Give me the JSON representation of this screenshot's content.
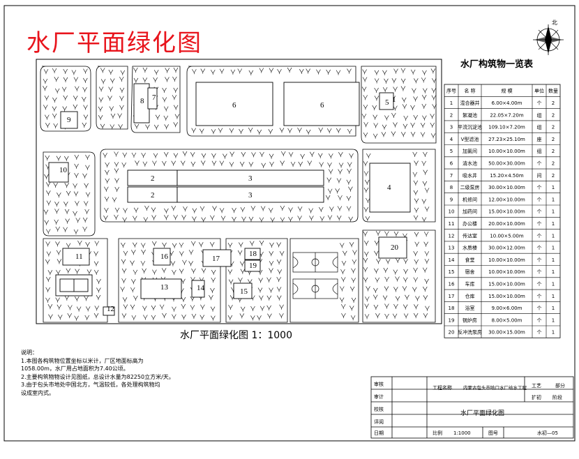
{
  "titles": {
    "main": "水厂平面绿化图",
    "plan": "水厂平面绿化图 1：1000",
    "table": "水厂构筑物一览表",
    "north": "北"
  },
  "table": {
    "headers": [
      "序号",
      "名 称",
      "规 模",
      "单位",
      "数量"
    ],
    "rows": [
      [
        "1",
        "混合器井",
        "6.00×4.00m",
        "个",
        "2"
      ],
      [
        "2",
        "絮凝池",
        "22.05×7.20m",
        "组",
        "2"
      ],
      [
        "3",
        "平流沉淀池",
        "109.10×7.20m",
        "组",
        "2"
      ],
      [
        "4",
        "V型滤池",
        "27.23×25.10m",
        "座",
        "2"
      ],
      [
        "5",
        "加氯间",
        "10.00×10.00m",
        "组",
        "2"
      ],
      [
        "6",
        "清水池",
        "50.00×30.00m",
        "个",
        "2"
      ],
      [
        "7",
        "吸水井",
        "15.20×4.50m",
        "间",
        "2"
      ],
      [
        "8",
        "二级泵房",
        "30.00×10.00m",
        "个",
        "1"
      ],
      [
        "9",
        "机修间",
        "12.00×10.00m",
        "个",
        "1"
      ],
      [
        "10",
        "加药间",
        "15.00×10.00m",
        "个",
        "1"
      ],
      [
        "11",
        "办公楼",
        "20.00×10.00m",
        "个",
        "1"
      ],
      [
        "12",
        "传达室",
        "10.00×5.00m",
        "个",
        "1"
      ],
      [
        "13",
        "水质楼",
        "30.00×12.00m",
        "个",
        "1"
      ],
      [
        "14",
        "食堂",
        "10.00×10.00m",
        "个",
        "1"
      ],
      [
        "15",
        "宿舍",
        "10.00×10.00m",
        "个",
        "1"
      ],
      [
        "16",
        "车库",
        "15.00×10.00m",
        "个",
        "1"
      ],
      [
        "17",
        "仓库",
        "15.00×10.00m",
        "个",
        "1"
      ],
      [
        "18",
        "浴室",
        "9.00×6.00m",
        "个",
        "1"
      ],
      [
        "19",
        "锅炉房",
        "8.00×5.00m",
        "个",
        "1"
      ],
      [
        "20",
        "反冲洗泵房",
        "30.00×15.00m",
        "个",
        "1"
      ]
    ]
  },
  "notes": {
    "heading": "说明：",
    "lines": [
      "1.本图各构筑物位置坐标以米计，厂区地面标高为",
      "1058.00m，水厂用占地面积为7.40公顷。",
      "2.主要构筑物物设计见图纸，总设计水量为82250立方米/天。",
      "3.由于包头市地处中国北方，气温较低，各处理构筑物均",
      "设成室内式。"
    ]
  },
  "title_block": {
    "review": "审核",
    "audit": "审计",
    "check": "校核",
    "evaluate": "评阅",
    "date": "日期",
    "project_label": "工程名称",
    "project_name": "内蒙古包头市哈口水厂给水工程",
    "dept_label": "工艺",
    "dept_value": "部分",
    "sheet_num_label": "扩初",
    "sheet_num_value": "阶段",
    "drawing_name": "水厂平面绿化图",
    "scale_label": "比例",
    "scale_value": "1:1000",
    "drawing_no_label": "图号",
    "drawing_no_value": "水初—05"
  },
  "buildings": [
    "1",
    "2",
    "2",
    "3",
    "3",
    "4",
    "5",
    "6",
    "6",
    "7",
    "8",
    "9",
    "10",
    "11",
    "12",
    "13",
    "14",
    "15",
    "16",
    "17",
    "18",
    "19",
    "20"
  ],
  "colors": {
    "title": "#e8141c",
    "line": "#000000"
  }
}
